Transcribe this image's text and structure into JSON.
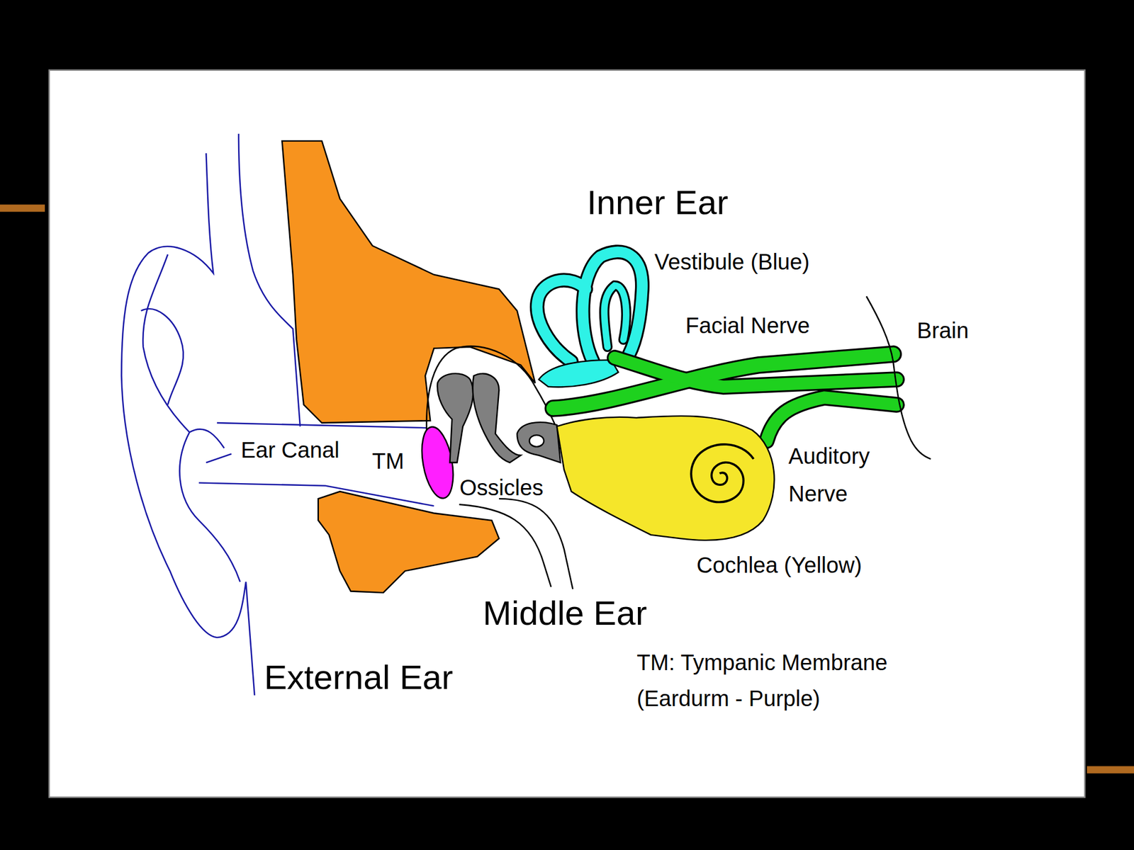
{
  "diagram": {
    "labels": [
      "Inner Ear",
      "Vestibule (Blue)",
      "Facial Nerve",
      "Brain",
      "Auditory Nerve",
      "Ear Canal",
      "TM",
      "Ossicles",
      "Cochlea (Yellow)",
      "Middle Ear",
      "TM: Tympanic Membrane (Eardurm - Purple)",
      "External Ear"
    ]
  }
}
